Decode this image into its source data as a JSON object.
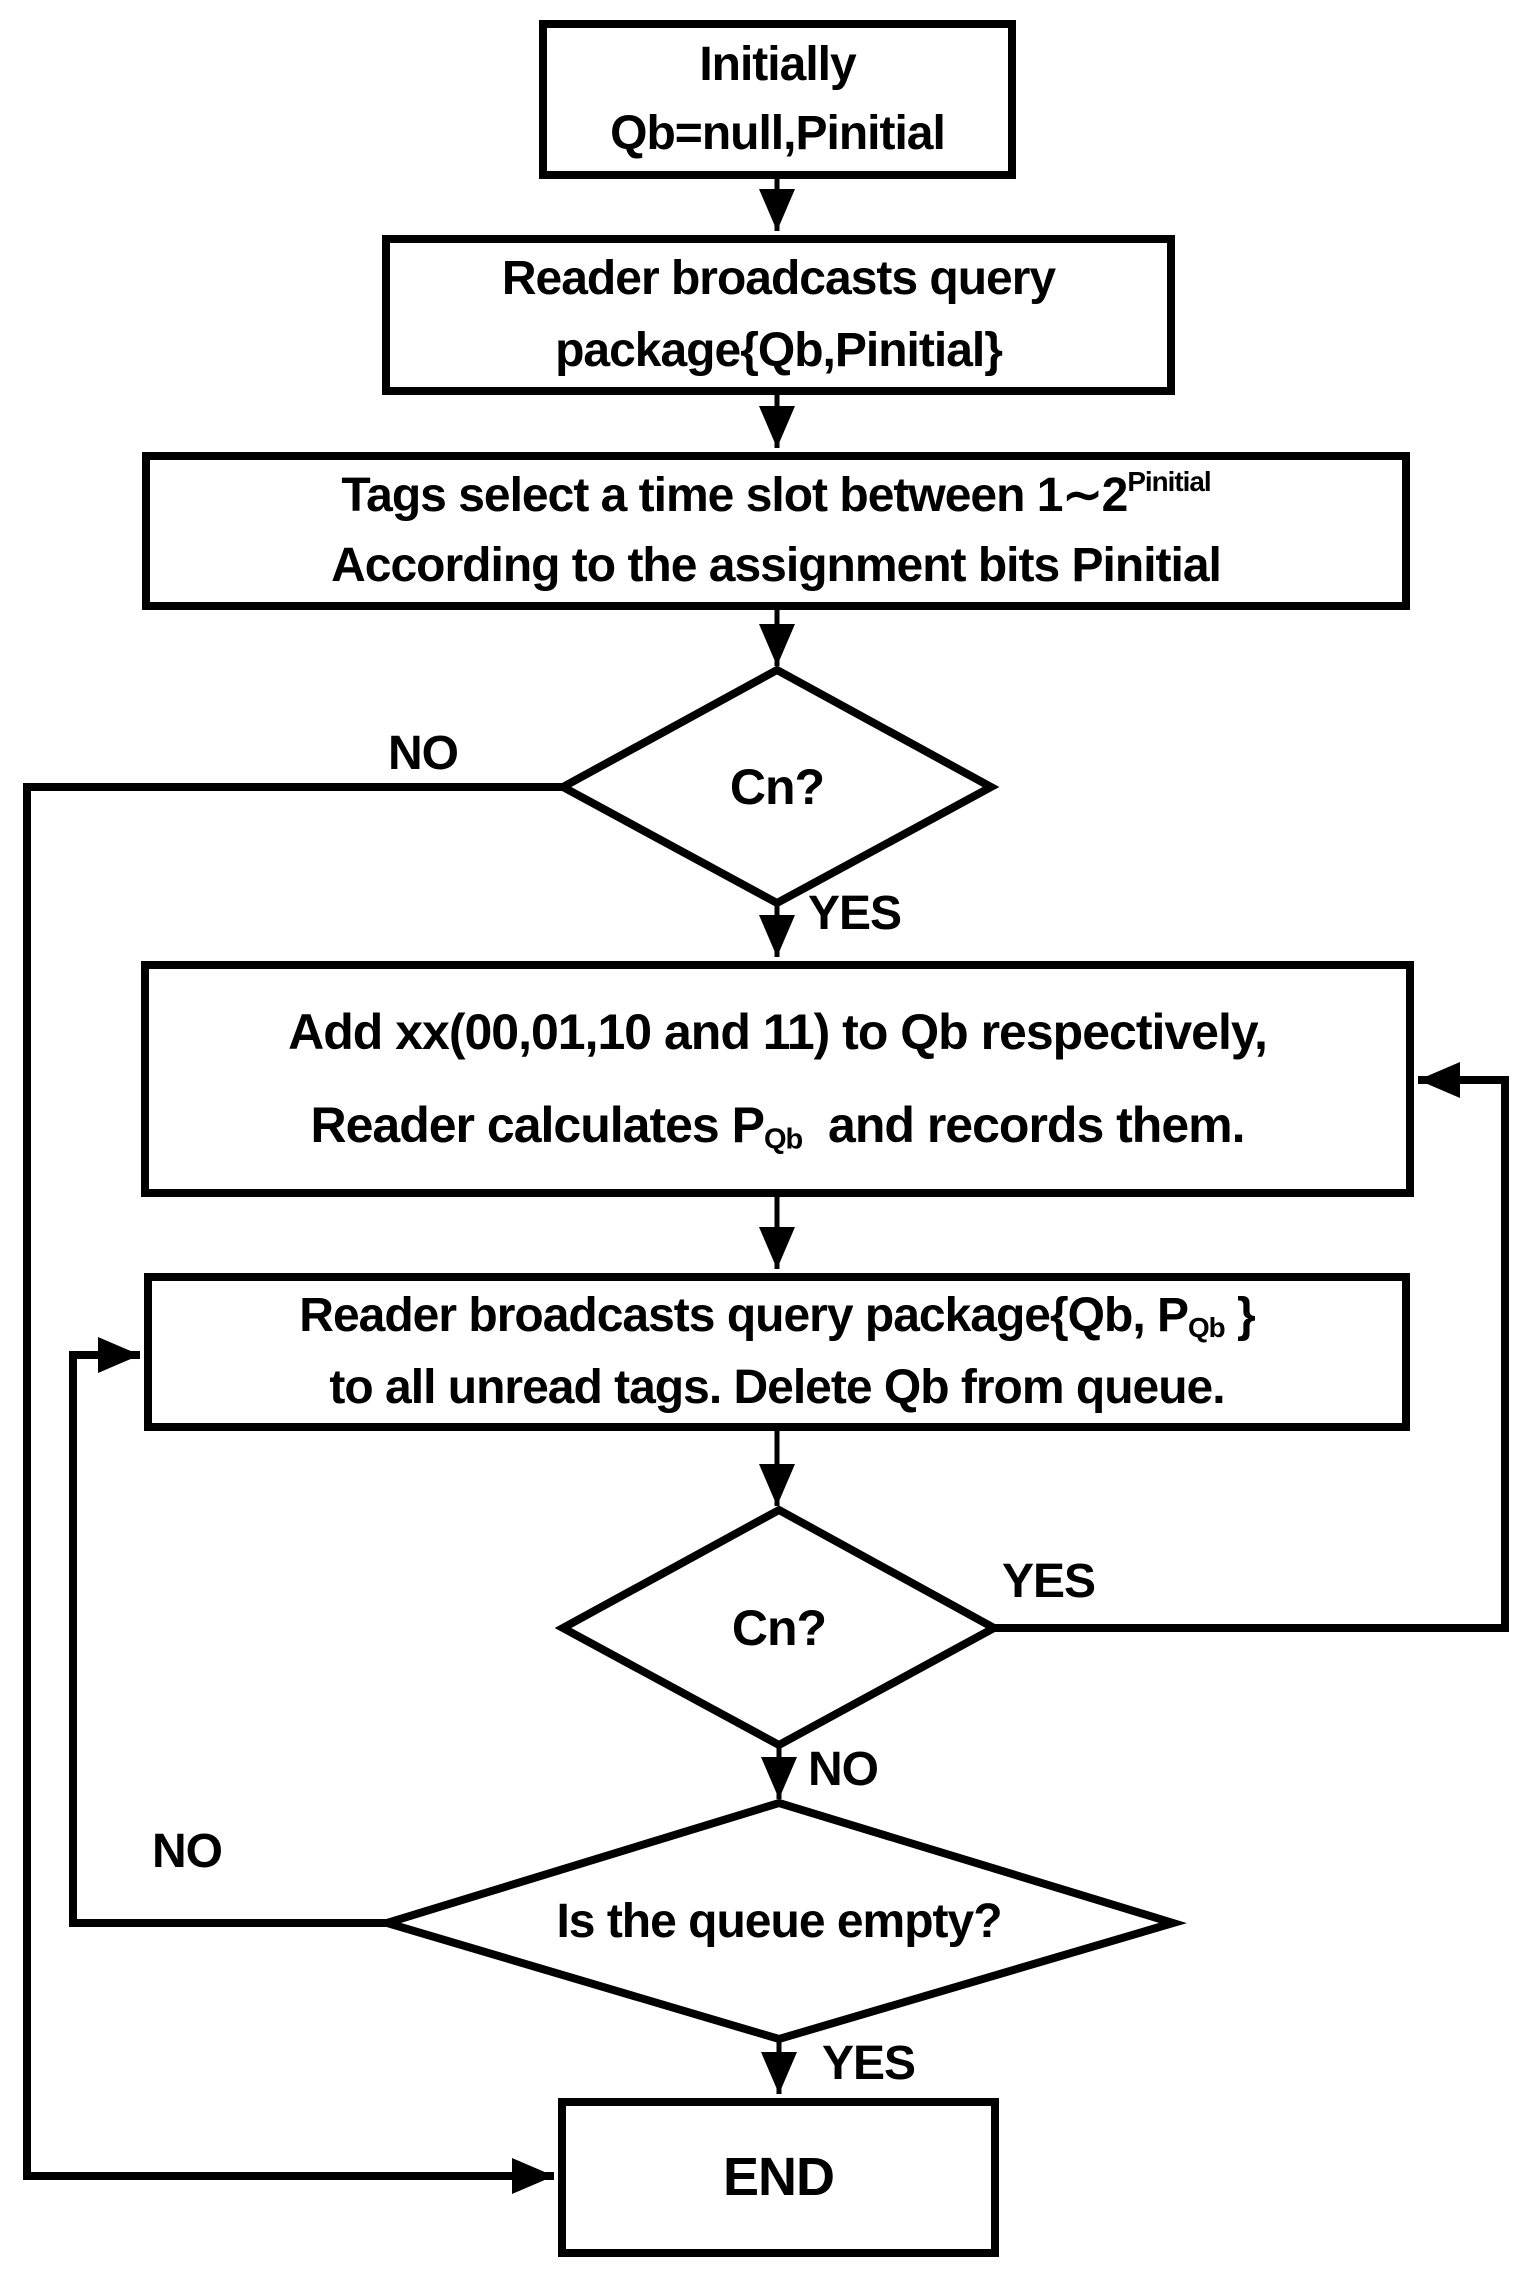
{
  "colors": {
    "ink": "#000000",
    "paper": "#ffffff"
  },
  "flowchart": {
    "nodes": {
      "start": {
        "line1": "Initially",
        "line2": "Qb=null,Pinitial"
      },
      "broadcast_initial": {
        "line1": "Reader broadcasts query",
        "line2": "package{Qb,Pinitial}"
      },
      "tags_select": {
        "line1_main": "Tags select a time slot between 1∼2",
        "line1_sup": "Pinitial",
        "line2": "According to the assignment bits Pinitial"
      },
      "decision_cn_1": {
        "label": "Cn?"
      },
      "add_xx": {
        "line1": "Add xx(00,01,10 and 11) to Qb respectively,",
        "line2_pre": "Reader calculates P",
        "line2_sub": "Qb",
        "line2_post": "  and records them."
      },
      "broadcast_qb": {
        "line1_pre": "Reader broadcasts query package{Qb, P",
        "line1_sub": "Qb",
        "line1_post": " }",
        "line2": "to all unread tags. Delete Qb from queue."
      },
      "decision_cn_2": {
        "label": "Cn?"
      },
      "decision_queue_empty": {
        "label": "Is the queue empty?"
      },
      "end": {
        "label": "END"
      }
    },
    "edge_labels": {
      "cn1_no": "NO",
      "cn1_yes": "YES",
      "cn2_yes": "YES",
      "cn2_no": "NO",
      "queue_no": "NO",
      "queue_yes": "YES"
    }
  }
}
